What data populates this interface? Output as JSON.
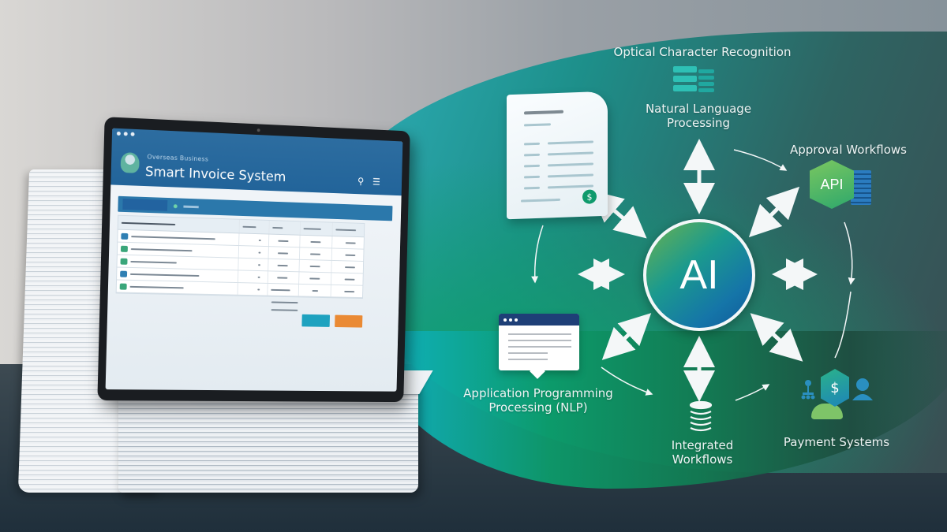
{
  "tablet_app": {
    "subtitle": "Overseas Business",
    "title": "Smart Invoice System",
    "icons": {
      "search": "search-icon",
      "menu": "hamburger-menu-icon"
    },
    "table_row_count": 5,
    "buttons": [
      {
        "id": "confirm",
        "color": "#1ea2bf"
      },
      {
        "id": "action",
        "color": "#ea8a34"
      }
    ],
    "note": "table text illegible in source"
  },
  "diagram": {
    "center": {
      "label": "AI",
      "gradient": [
        "#6bb14f",
        "#1b9a8e",
        "#0f5a9a"
      ]
    },
    "nodes": [
      {
        "id": "ocr",
        "label": "Optical Character Recognition",
        "icon": "ocr-scan-icon"
      },
      {
        "id": "nlp",
        "label_line1": "Natural Language",
        "label_line2": "Processing",
        "icon": "invoice-document-icon"
      },
      {
        "id": "approval",
        "label": "Approval Workflows",
        "icon": "api-hexagon-icon",
        "icon_text": "API"
      },
      {
        "id": "api",
        "label_line1": "Application Programming",
        "label_line2": "Processing (NLP)",
        "icon": "app-window-icon"
      },
      {
        "id": "integrated",
        "label_line1": "Integrated",
        "label_line2": "Workflows",
        "icon": "database-icon"
      },
      {
        "id": "payment",
        "label": "Payment Systems",
        "icon": "payment-dollar-icon",
        "icon_text": "$"
      }
    ]
  },
  "colors": {
    "accent_teal": "#1d8f8a",
    "accent_green": "#0c9a6a",
    "app_header_blue": "#2d6da0",
    "api_green": "#4fb866"
  }
}
